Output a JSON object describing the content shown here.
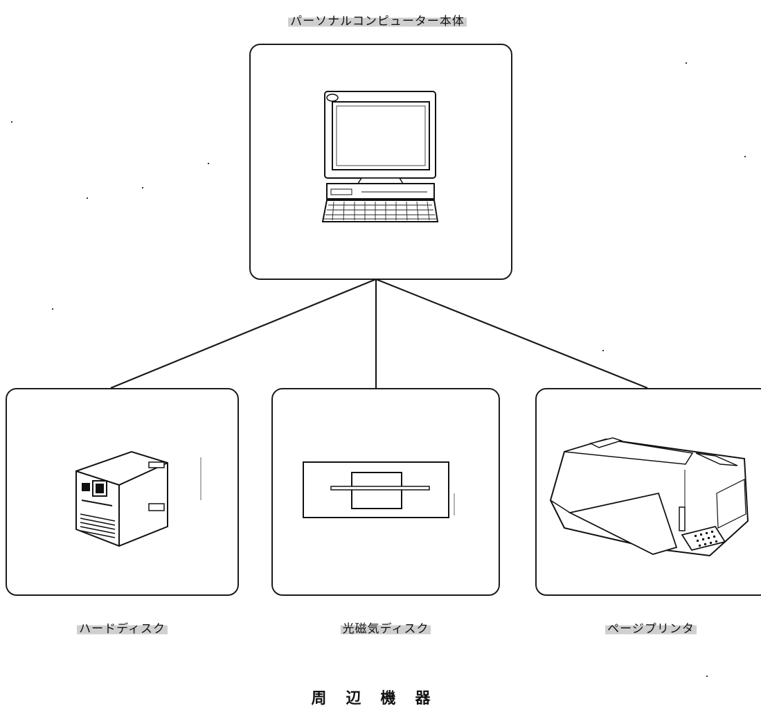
{
  "title": "パーソナルコンピューター本体",
  "nodes": {
    "pc": {
      "icon": "desktop-computer-icon"
    },
    "hdd": {
      "label": "ハードディスク",
      "icon": "hard-disk-icon"
    },
    "mo": {
      "label": "光磁気ディスク",
      "icon": "optical-disk-icon"
    },
    "printer": {
      "label": "ページプリンタ",
      "icon": "page-printer-icon"
    }
  },
  "caption": "周辺機器"
}
